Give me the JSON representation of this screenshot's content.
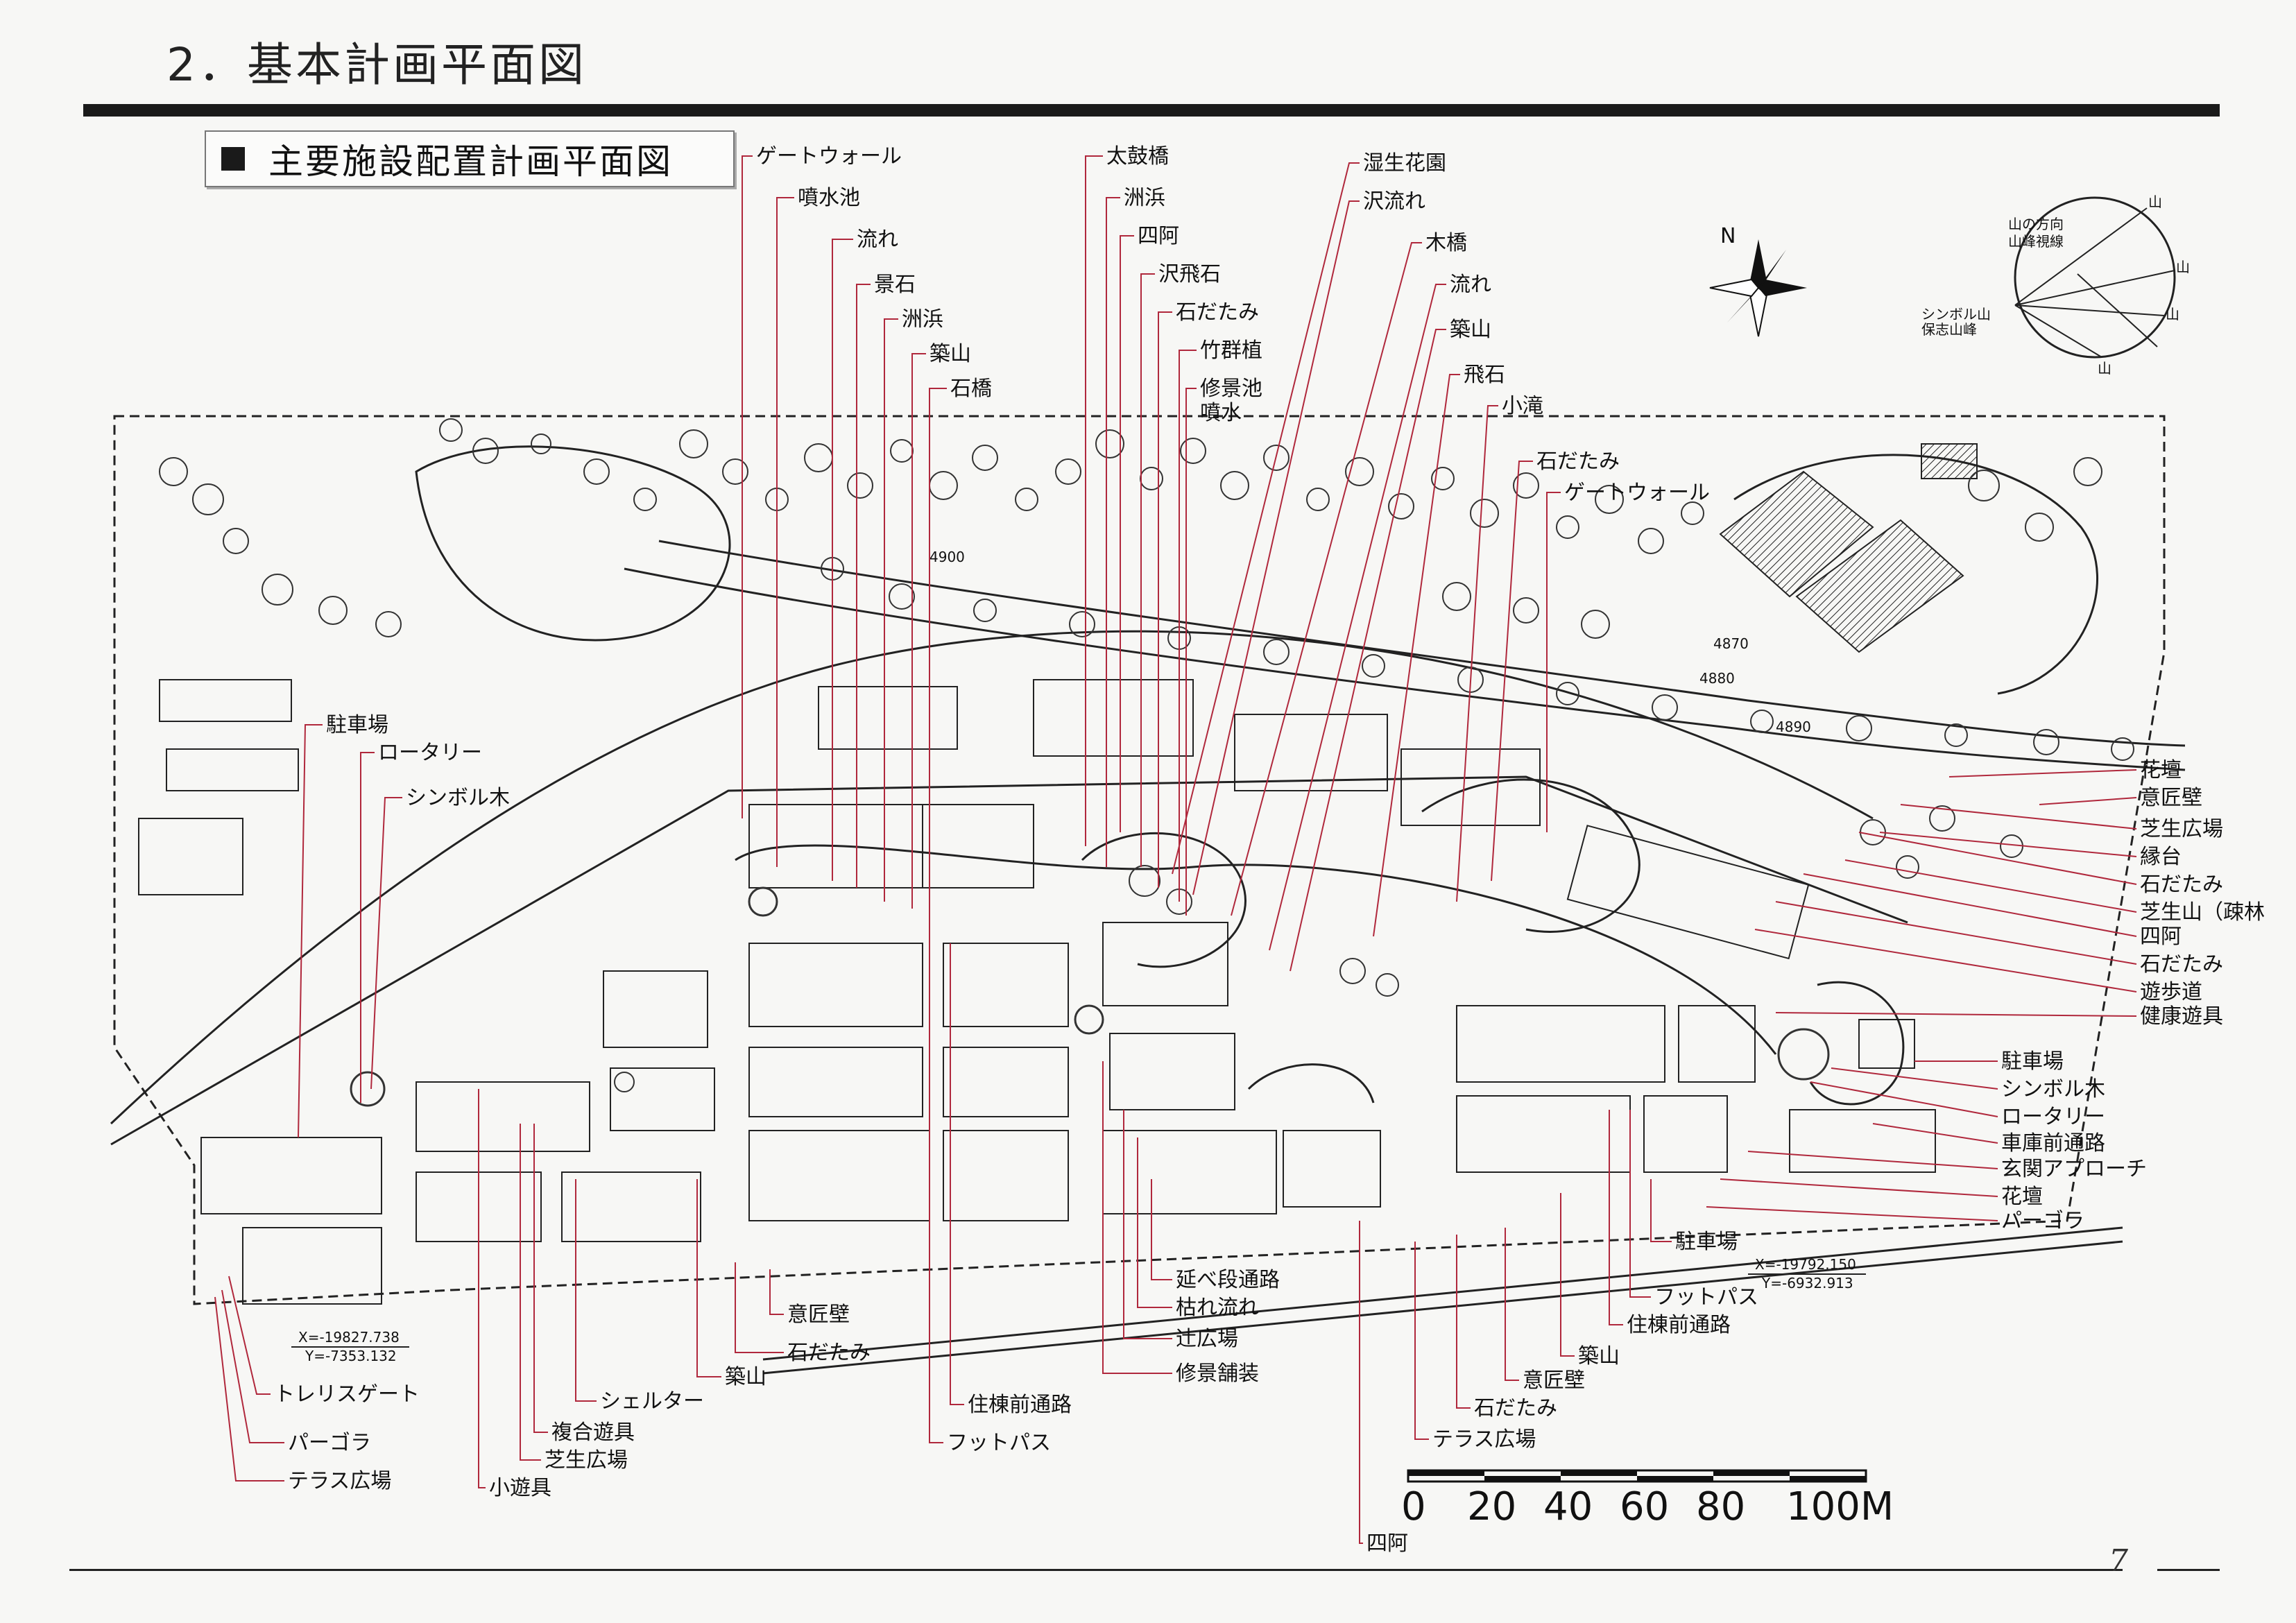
{
  "heading": "2．基本計画平面図",
  "subtitle": "主要施設配置計画平面図",
  "compass": {
    "north": "N"
  },
  "mountain_diagram": {
    "title_line1": "山の方向",
    "title_line2": "山峰視線",
    "left_line1": "シンボル山",
    "left_line2": "保志山峰",
    "mark": "山"
  },
  "labels_top": [
    "ゲートウォール",
    "噴水池",
    "流れ",
    "景石",
    "洲浜",
    "築山",
    "石橋",
    "太鼓橋",
    "洲浜",
    "四阿",
    "沢飛石",
    "石だたみ",
    "竹群植",
    "修景池",
    "噴水",
    "湿生花園",
    "沢流れ",
    "木橋",
    "流れ",
    "築山",
    "飛石",
    "小滝",
    "石だたみ",
    "ゲートウォール"
  ],
  "labels_left": [
    "駐車場",
    "ロータリー",
    "シンボル木"
  ],
  "labels_right_upper": [
    "花壇",
    "意匠壁",
    "芝生広場",
    "縁台",
    "石だたみ",
    "芝生山（疎林",
    "四阿",
    "石だたみ",
    "遊歩道",
    "健康遊具"
  ],
  "labels_right_lower": [
    "駐車場",
    "シンボル木",
    "ロータリー",
    "車庫前通路",
    "玄関アプローチ",
    "花壇",
    "パーゴラ"
  ],
  "labels_bottom": [
    "延べ段通路",
    "枯れ流れ",
    "辻広場",
    "修景舗装",
    "意匠壁",
    "石だたみ",
    "築山",
    "シェルター",
    "複合遊具",
    "芝生広場",
    "小遊具",
    "トレリスゲート",
    "パーゴラ",
    "テラス広場",
    "住棟前通路",
    "フットパス",
    "駐車場",
    "フットパス",
    "住棟前通路",
    "築山",
    "意匠壁",
    "石だたみ",
    "テラス広場",
    "四阿"
  ],
  "contour_marks": [
    "4900",
    "4870",
    "4880",
    "4890"
  ],
  "coords_left": {
    "x": "X=-19827.738",
    "y": "Y=-7353.132"
  },
  "coords_right": {
    "x": "X=-19792.150",
    "y": "Y=-6932.913"
  },
  "scale": {
    "ticks": [
      "0",
      "20",
      "40",
      "60",
      "80",
      "100M"
    ]
  },
  "page_number": "7",
  "colors": {
    "leader": "#b0283c",
    "ink": "#111111",
    "paper": "#f7f7f5"
  }
}
